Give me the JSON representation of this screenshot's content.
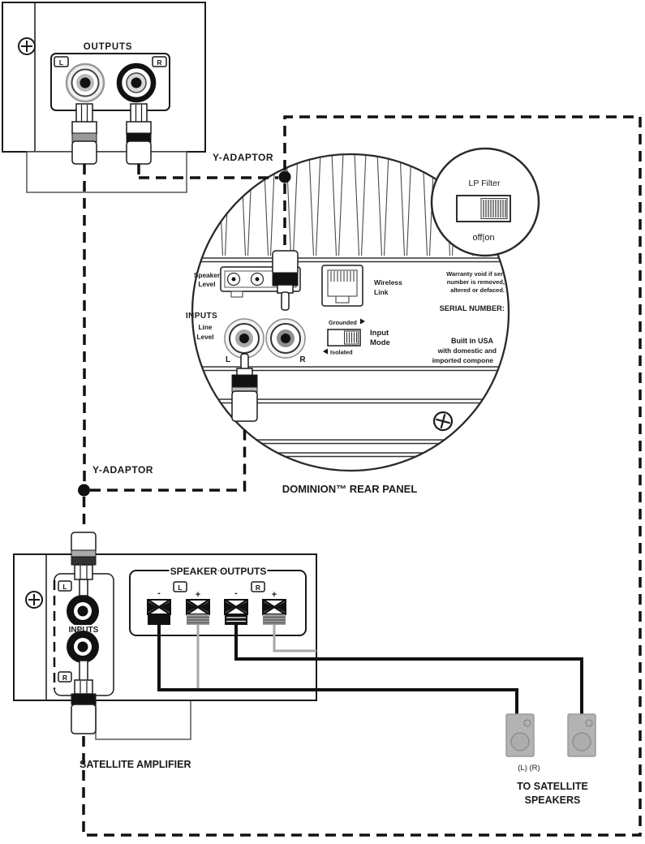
{
  "source": {
    "title": "OUTPUTS",
    "jack_left": "L",
    "jack_right": "R"
  },
  "adaptors": {
    "top": "Y-ADAPTOR",
    "left": "Y-ADAPTOR"
  },
  "rear_panel": {
    "caption": "DOMINION™ REAR PANEL",
    "speaker_level": [
      "Speaker",
      "Level"
    ],
    "inputs": "INPUTS",
    "line_level": [
      "Line",
      "Level"
    ],
    "jack_left": "L",
    "jack_right": "R",
    "wireless": [
      "Wireless",
      "Link"
    ],
    "input_mode": [
      "Input",
      "Mode"
    ],
    "grounded": "Grounded",
    "isolated": "Isolated",
    "warranty": [
      "Warranty void if seri",
      "number is removed,",
      "altered or defaced."
    ],
    "serial": "SERIAL NUMBER:",
    "built": [
      "Built in USA",
      "with domestic and",
      "imported compone"
    ]
  },
  "lp_filter": {
    "title": "LP Filter",
    "state": "off|on"
  },
  "amplifier": {
    "caption": "SATELLITE AMPLIFIER",
    "inputs": "INPUTS",
    "in_left": "L",
    "in_right": "R",
    "outputs_title": "SPEAKER OUTPUTS",
    "minus": "-",
    "plus": "+",
    "out_left": "L",
    "out_right": "R"
  },
  "speakers": {
    "channels": "(L) (R)",
    "caption": [
      "TO SATELLITE",
      "SPEAKERS"
    ]
  },
  "colors": {
    "line": "#1a1a1a",
    "gray_wire": "#a8a8a8",
    "speaker_fill": "#b3b3b3"
  }
}
